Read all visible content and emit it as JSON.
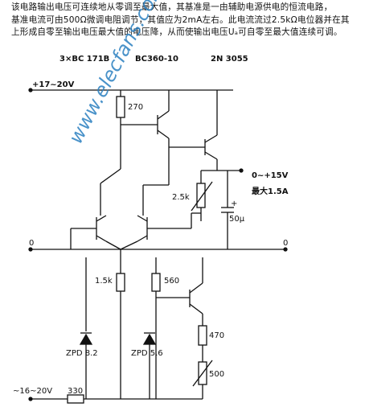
{
  "description": {
    "line1": "该电路输出电压可连续地从零调至最大值，其基准是一由辅助电源供电的恒流电路，",
    "line2": "基准电流可由500Ω微调电阻调节，其值应为2mA左右。此电流流过2.5kΩ电位器并在其",
    "line3": "上形成自零至输出电压最大值的电压降，从而使输出电压Uₐ可自零至最大值连续可调。"
  },
  "parts_header": {
    "q1": "3×BC 171B",
    "q2": "BC360-10",
    "q3": "2N 3055"
  },
  "labels": {
    "supply_in": "+17~20V",
    "r270": "270",
    "output": "0~+15V",
    "output_max": "最大1.5A",
    "pot": "2.5k",
    "cap": "50μ",
    "gnd_left": "0",
    "gnd_right": "0",
    "r1k5": "1.5k",
    "r560": "560",
    "r470": "470",
    "trim500": "500",
    "zpd1": "ZPD 8.2",
    "zpd2": "ZPD 5.6",
    "aux_in": "~16~20V",
    "r330": "330",
    "cap_plus": "+"
  },
  "watermark": "www.elecfans.com"
}
